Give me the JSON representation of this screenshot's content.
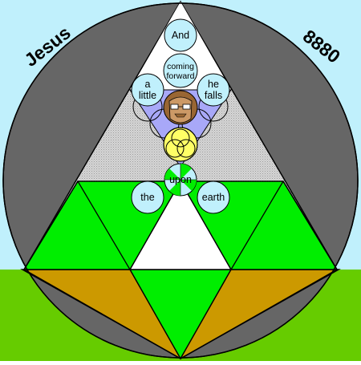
{
  "labels": {
    "top_left": "Jesus",
    "top_right": "8880"
  },
  "words": {
    "and": "And",
    "coming_line1": "coming",
    "coming_line2": "forward",
    "a": "a",
    "little": "little",
    "he": "he",
    "falls": "falls",
    "upon": "upon",
    "the": "the",
    "earth": "earth"
  },
  "colors": {
    "sky": "#c0f0fc",
    "grass": "#66cc00",
    "disc": "#666666",
    "silver": "#c4c4c4",
    "green": "#00ee00",
    "brown": "#cc9900",
    "lavender": "#a8a8f8",
    "bubble": "#c0f0fc",
    "sun": "#ffff66",
    "face_tan": "#cc9966",
    "face_hair": "#996633"
  }
}
